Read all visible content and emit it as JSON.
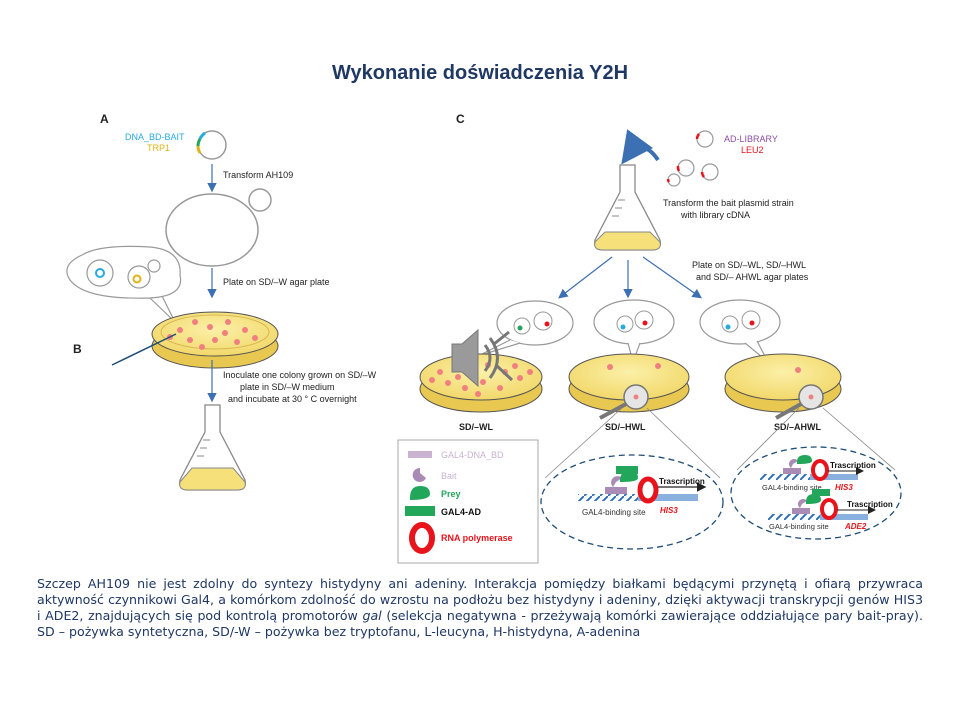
{
  "slide": {
    "title": "Wykonanie doświadczenia Y2H",
    "caption_parts": [
      "Szczep AH109 nie jest zdolny do syntezy histydyny ani adeniny. Interakcja pomiędzy białkami będącymi przynętą i ofiarą przywraca aktywność czynnikowi Gal4, a komórkom zdolność do wzrostu na podłożu bez histydyny i adeniny, dzięki aktywacji transkrypcji genów HIS3 i ADE2, znajdujących się pod kontrolą promotorów ",
      "gal",
      " (selekcja negatywna - przeżywają komórki zawierające oddziałujące pary bait-pray). SD – pożywka syntetyczna, SD/-W – pożywka bez tryptofanu, L-leucyna, H-histydyna, A-adenina"
    ]
  },
  "panel_a": {
    "label": "A",
    "plasmid_name": "DNA_BD-BAIT",
    "plasmid_marker": "TRP1",
    "step1": "Transform AH109",
    "step2": "Plate on SD/–W agar plate",
    "step3_lines": [
      "Inoculate one colony grown on SD/–W",
      "plate in SD/–W medium",
      "and incubate at 30 ° C overnight"
    ]
  },
  "panel_b": {
    "label": "B"
  },
  "panel_c": {
    "label": "C",
    "plasmid_name": "AD-LIBRARY",
    "plasmid_marker": "LEU2",
    "step1_lines": [
      "Transform the bait  plasmid strain",
      "with library cDNA"
    ],
    "step2_lines": [
      "Plate on SD/–WL, SD/–HWL",
      "and SD/– AHWL agar plates"
    ],
    "plates": [
      "SD/–WL",
      "SD/–HWL",
      "SD/–AHWL"
    ]
  },
  "legend": {
    "items": [
      "GAL4-DNA_BD",
      "Bait",
      "Prey",
      "GAL4-AD",
      "RNA polymerase"
    ]
  },
  "zoom_hwl": {
    "binding_site": "GAL4-binding site",
    "transcription": "Trascription",
    "gene": "HIS3"
  },
  "zoom_ahwl": {
    "binding_site_1": "GAL4-binding site",
    "transcription_1": "Trascription",
    "gene_1": "HIS3",
    "binding_site_2": "GAL4-binding site",
    "transcription_2": "Trascription",
    "gene_2": "ADE2"
  },
  "colors": {
    "title": "#1f3864",
    "caption": "#1f3864",
    "arrow": "#3d6fb3",
    "dish": "#f5e07a",
    "colony": "#f08080",
    "bait_purple": "#a98bb5",
    "prey_green": "#22a65a",
    "rna_red": "#e8141c",
    "dna_blue": "#2e6fb8"
  },
  "icons": [
    "speaker-icon"
  ]
}
